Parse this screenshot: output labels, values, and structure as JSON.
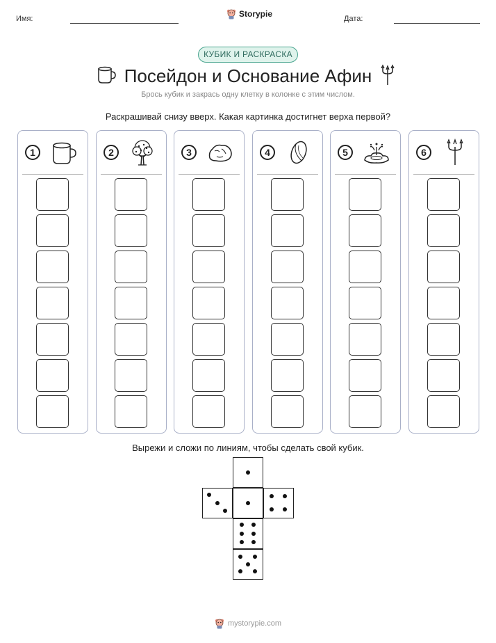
{
  "header": {
    "name_label": "Имя:",
    "date_label": "Дата:",
    "brand": "Storypie"
  },
  "badge": "КУБИК И РАСКРАСКА",
  "title": "Посейдон и Основание Афин",
  "subtitle": "Брось кубик и закрась одну клетку в колонке с этим числом.",
  "instruction": "Раскрашивай снизу вверх. Какая картинка достигнет верха первой?",
  "columns": [
    {
      "number": "1",
      "icon": "mug-icon",
      "cells": 7
    },
    {
      "number": "2",
      "icon": "olive-tree-icon",
      "cells": 7
    },
    {
      "number": "3",
      "icon": "rock-icon",
      "cells": 7
    },
    {
      "number": "4",
      "icon": "olive-icon",
      "cells": 7
    },
    {
      "number": "5",
      "icon": "spring-icon",
      "cells": 7
    },
    {
      "number": "6",
      "icon": "trident-icon",
      "cells": 7
    }
  ],
  "cut_instruction": "Вырежи и сложи по линиям, чтобы сделать свой кубик.",
  "die_faces": [
    1,
    3,
    1,
    4,
    6,
    5
  ],
  "footer": "mystorypie.com",
  "colors": {
    "accent": "#4aa58f",
    "badge_bg": "#dff3ec",
    "column_border": "#a9b0c8"
  }
}
